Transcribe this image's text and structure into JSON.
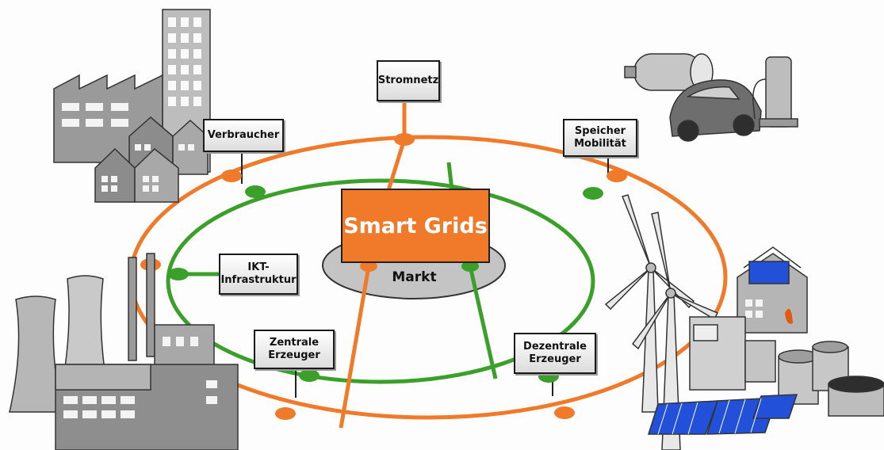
{
  "center": {
    "title": "Smart Grids",
    "market": "Markt"
  },
  "nodes": {
    "stromnetz": {
      "lines": [
        "Stromnetz"
      ]
    },
    "verbraucher": {
      "lines": [
        "Verbraucher"
      ]
    },
    "speicher": {
      "lines": [
        "Speicher",
        "Mobilität"
      ]
    },
    "ikt": {
      "lines": [
        "IKT-",
        "Infrastruktur"
      ]
    },
    "zentrale": {
      "lines": [
        "Zentrale",
        "Erzeuger"
      ]
    },
    "dezentrale": {
      "lines": [
        "Dezentrale",
        "Erzeuger"
      ]
    }
  },
  "colors": {
    "power": "#f07a2a",
    "ict": "#3aa02a",
    "center": "#f07a2a",
    "market": "#bfbfbf",
    "solar": "#2250d8"
  }
}
